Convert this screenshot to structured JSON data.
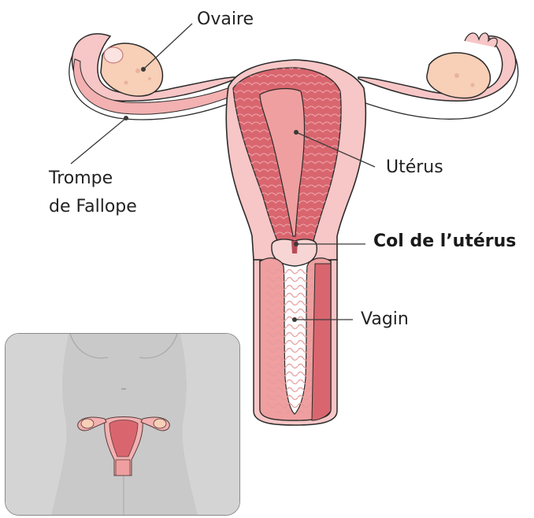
{
  "labels": {
    "ovaire": "Ovaire",
    "trompe_line1": "Trompe",
    "trompe_line2": "de Fallope",
    "uterus": "Utérus",
    "col": "Col de l’utérus",
    "vagin": "Vagin"
  },
  "colors": {
    "tissue_light": "#f7c6c6",
    "tissue_mid": "#ef9f9f",
    "muscle": "#d9666f",
    "ovary": "#f8cfb7",
    "outline": "#2b2b2b",
    "body_silhouette": "#c9c9c9",
    "inset_border": "#8a8a8a"
  },
  "icons": {
    "main": "female-reproductive-system-illustration",
    "inset": "body-silhouette-location"
  }
}
